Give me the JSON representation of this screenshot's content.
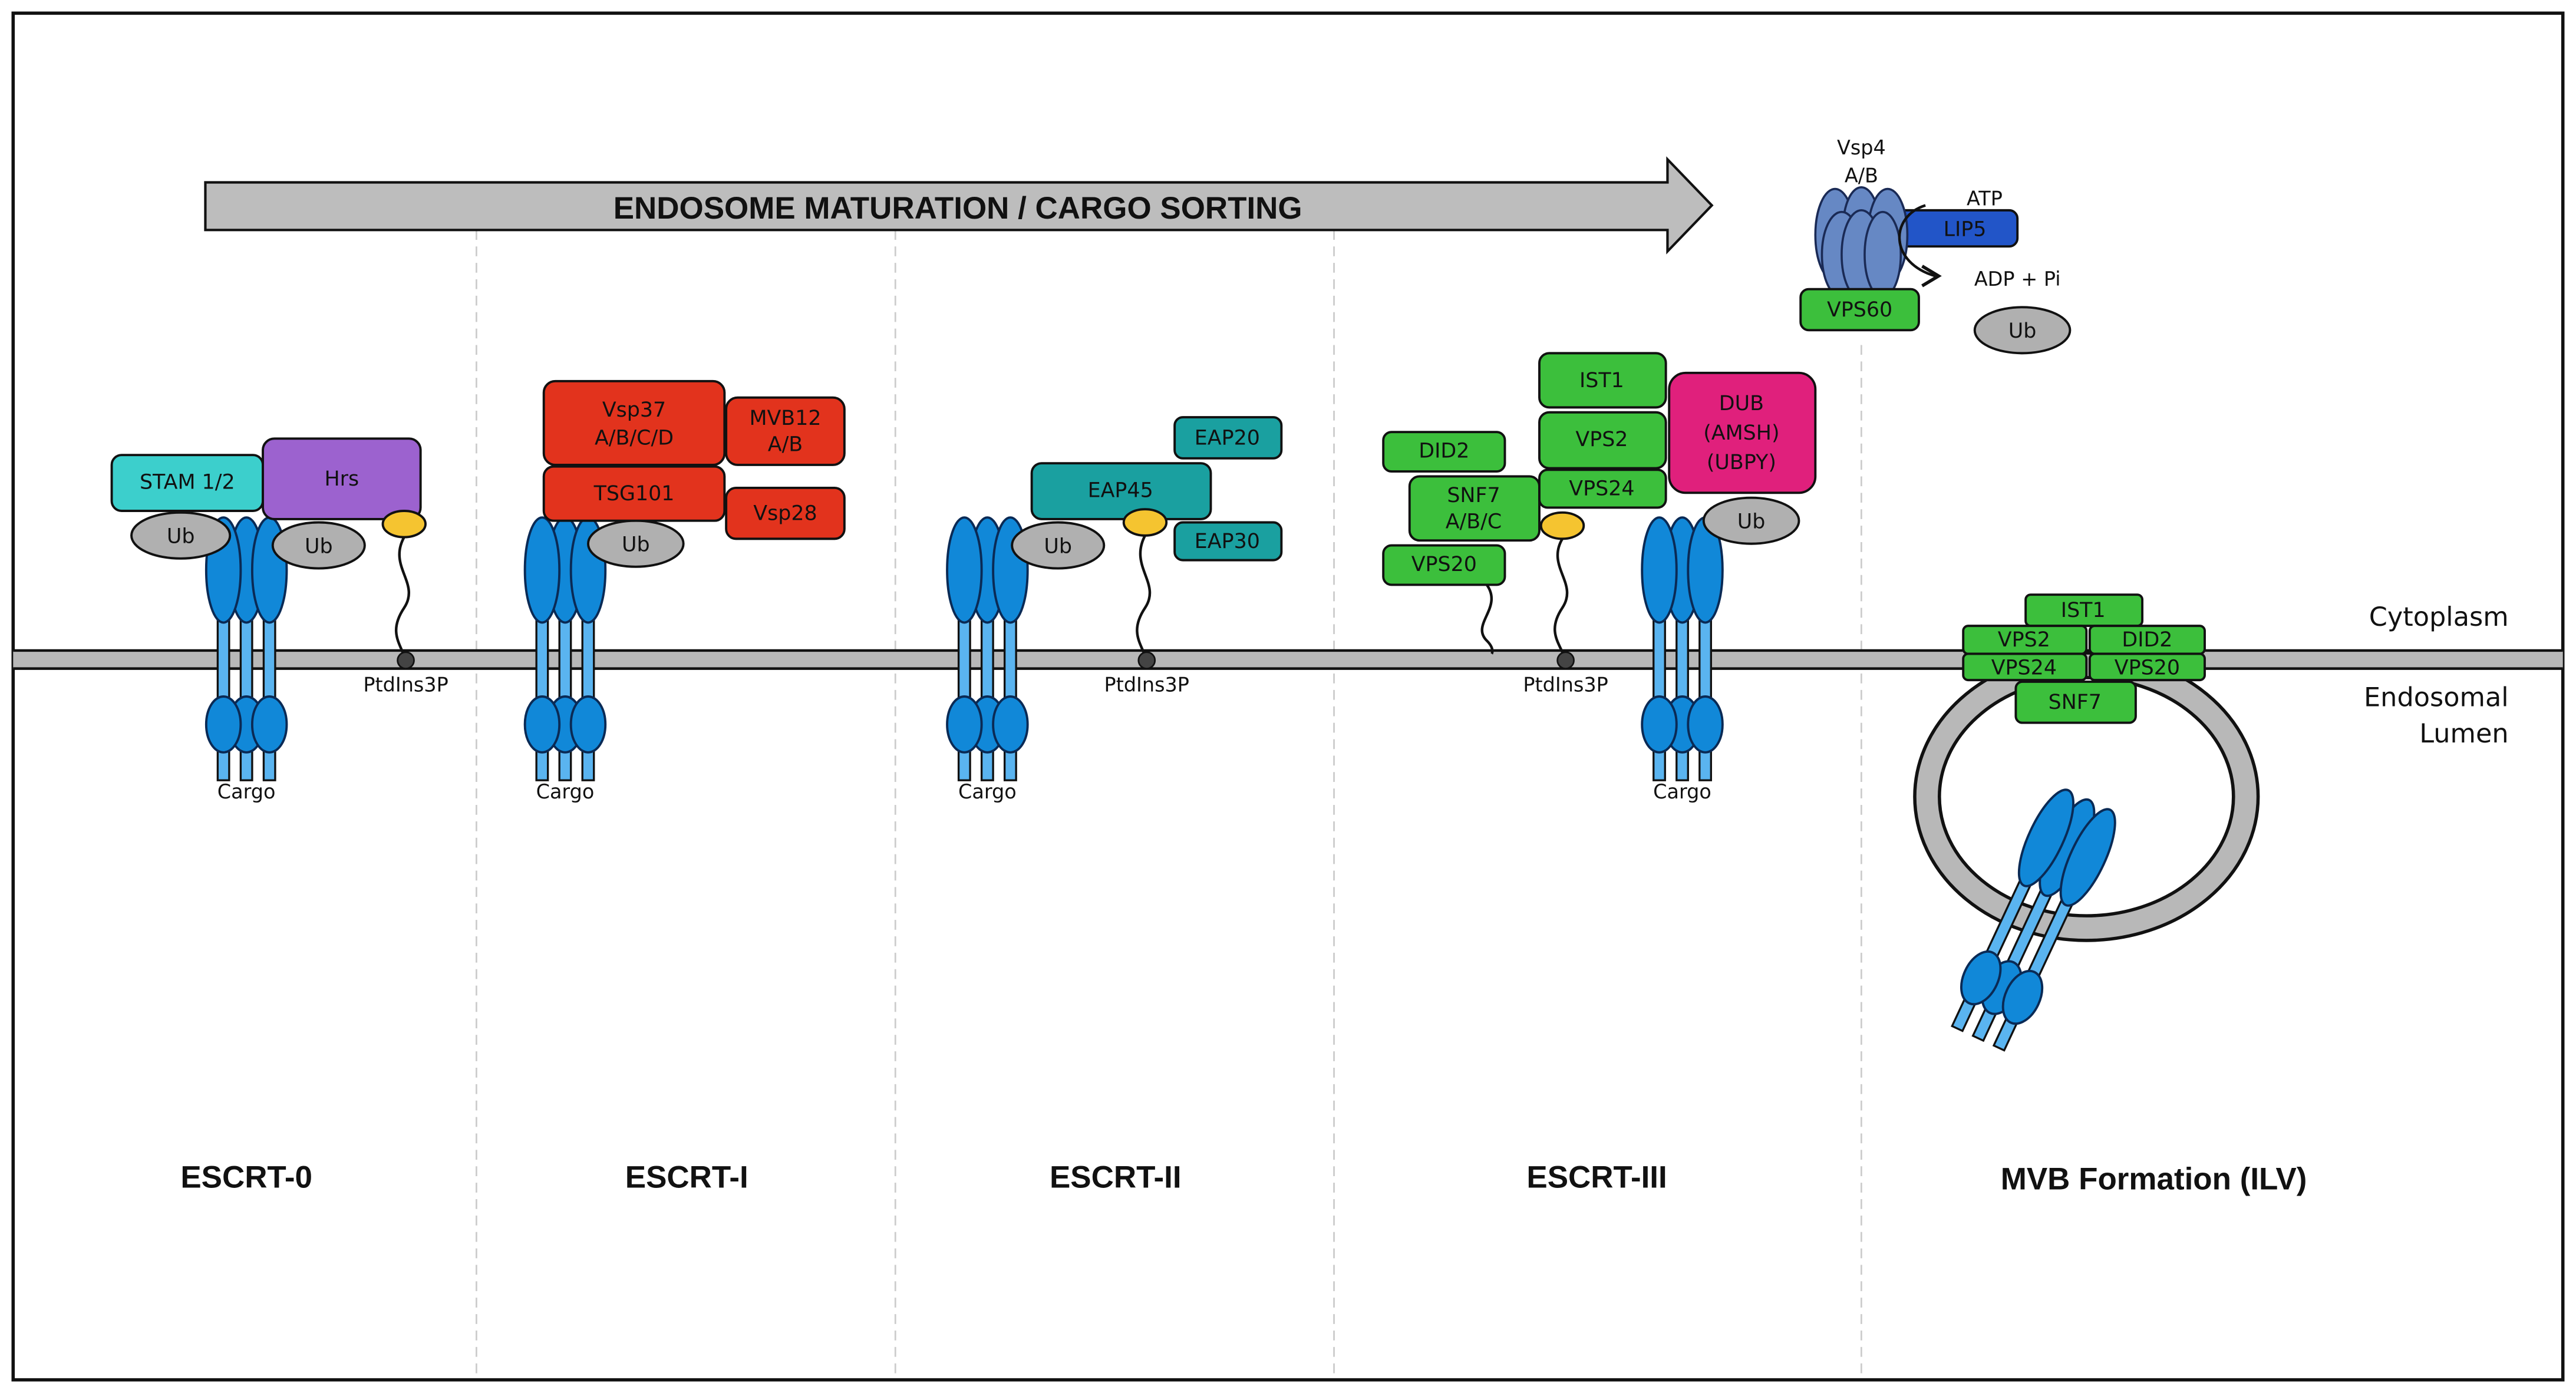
{
  "arrow": {
    "label": "ENDOSOME MATURATION / CARGO SORTING"
  },
  "compartments": {
    "cytoplasm": "Cytoplasm",
    "lumen_line1": "Endosomal",
    "lumen_line2": "Lumen"
  },
  "common": {
    "cargo": "Cargo",
    "ub": "Ub",
    "ptdins3p": "PtdIns3P"
  },
  "escrt0": {
    "title": "ESCRT-0",
    "stam": "STAM 1/2",
    "hrs": "Hrs"
  },
  "escrt1": {
    "title": "ESCRT-I",
    "vsp37_l1": "Vsp37",
    "vsp37_l2": "A/B/C/D",
    "mvb12_l1": "MVB12",
    "mvb12_l2": "A/B",
    "tsg101": "TSG101",
    "vsp28": "Vsp28"
  },
  "escrt2": {
    "title": "ESCRT-II",
    "eap45": "EAP45",
    "eap20": "EAP20",
    "eap30": "EAP30"
  },
  "escrt3": {
    "title": "ESCRT-III",
    "did2": "DID2",
    "snf7_l1": "SNF7",
    "snf7_l2": "A/B/C",
    "vps20": "VPS20",
    "ist1": "IST1",
    "vps2": "VPS2",
    "vps24": "VPS24",
    "dub_l1": "DUB",
    "dub_l2": "(AMSH)",
    "dub_l3": "(UBPY)"
  },
  "vps4": {
    "label_l1": "Vsp4",
    "label_l2": "A/B",
    "lip5": "LIP5",
    "atp": "ATP",
    "adp": "ADP + Pi",
    "vps60": "VPS60"
  },
  "mvb": {
    "title": "MVB Formation (ILV)",
    "ist1": "IST1",
    "vps2": "VPS2",
    "did2": "DID2",
    "vps24": "VPS24",
    "vps20": "VPS20",
    "snf7": "SNF7"
  },
  "colors": {
    "escrt0_stam": "#3ccfcc",
    "escrt0_hrs": "#9c62cf",
    "escrt1": "#e2331d",
    "escrt2": "#1aa0a0",
    "escrt3": "#3cbf3c",
    "dub": "#e0207c",
    "vps4": "#6688c4",
    "lip5": "#2255c8",
    "cargo": "#1188d8",
    "ub": "#b0b0b0",
    "membrane": "#b8b8b8",
    "ptdins_head": "#f5c430"
  }
}
